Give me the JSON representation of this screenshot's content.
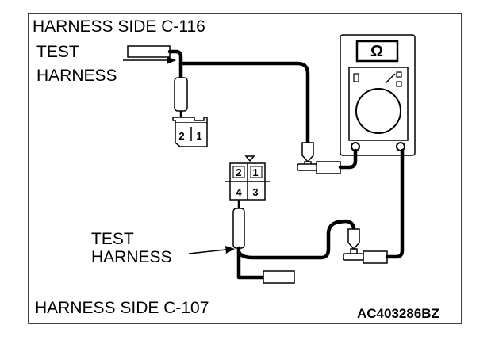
{
  "labels": {
    "top_connector": "HARNESS SIDE C-116",
    "bottom_connector": "HARNESS SIDE C-107",
    "test_harness_top_line1": "TEST",
    "test_harness_top_line2": "HARNESS",
    "test_harness_bottom_line1": "TEST",
    "test_harness_bottom_line2": "HARNESS",
    "figure_code": "AC403286BZ"
  },
  "meter": {
    "symbol": "Ω"
  },
  "connector_c116": {
    "pins": [
      "2",
      "1"
    ]
  },
  "connector_c107": {
    "pins_top": [
      "2",
      "1"
    ],
    "pins_bottom": [
      "4",
      "3"
    ]
  }
}
